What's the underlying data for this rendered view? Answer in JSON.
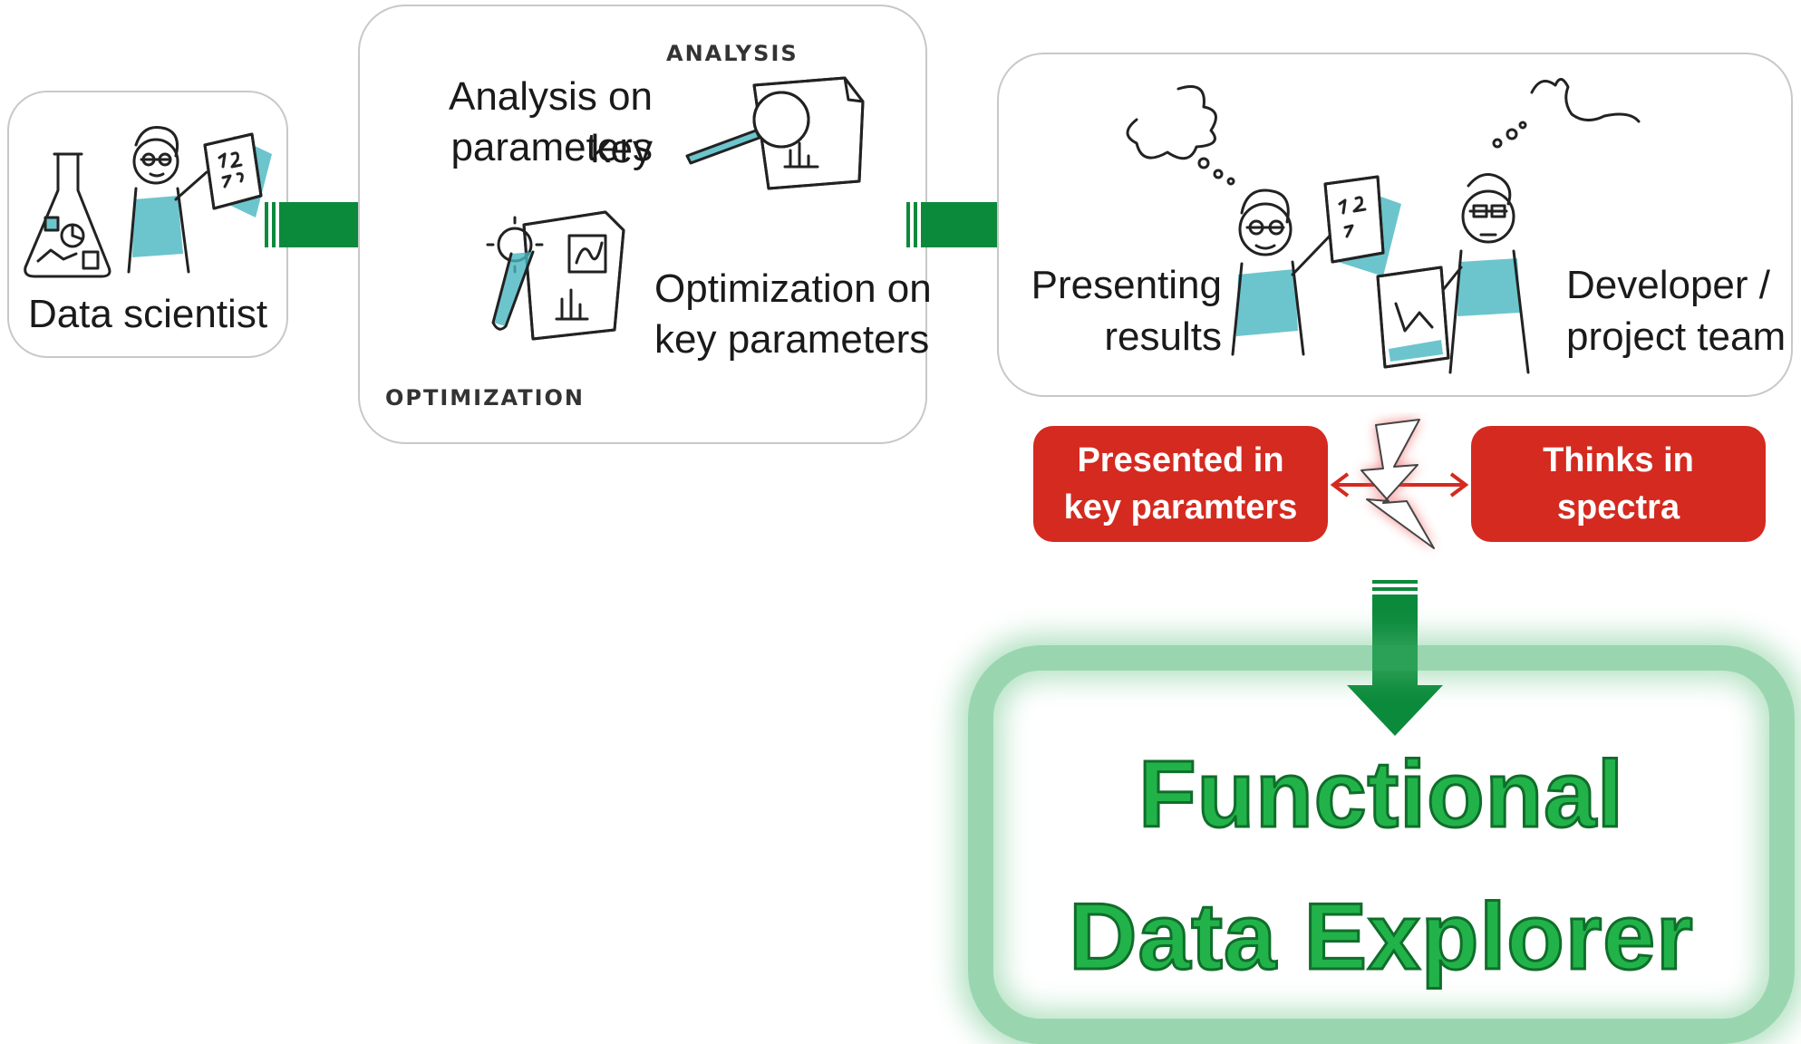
{
  "steps": {
    "data_scientist": {
      "label": "Data scientist"
    },
    "analysis": {
      "handwritten": "ANALYSIS",
      "label_line1": "Analysis on key",
      "label_line2": "parameters"
    },
    "optimization": {
      "handwritten": "OPTIMIZATION",
      "label_line1": "Optimization on",
      "label_line2": "key parameters"
    },
    "presenting": {
      "label_line1": "Presenting",
      "label_line2": "results",
      "team_line1": "Developer /",
      "team_line2": "project team"
    }
  },
  "conflict": {
    "left_line1": "Presented in",
    "left_line2": "key paramters",
    "right_line1": "Thinks in",
    "right_line2": "spectra"
  },
  "result": {
    "title_line1": "Functional",
    "title_line2": "Data Explorer"
  },
  "colors": {
    "arrow_green": "#0c8a3c",
    "conflict_red": "#d42a20",
    "accent_teal": "#47b7c0",
    "title_green": "#22b24a"
  },
  "icons": [
    "flask-icon",
    "scientist-icon",
    "notepad-icon",
    "magnifier-icon",
    "wrench-gear-icon",
    "thought-cloud-icon",
    "lightning-icon"
  ]
}
